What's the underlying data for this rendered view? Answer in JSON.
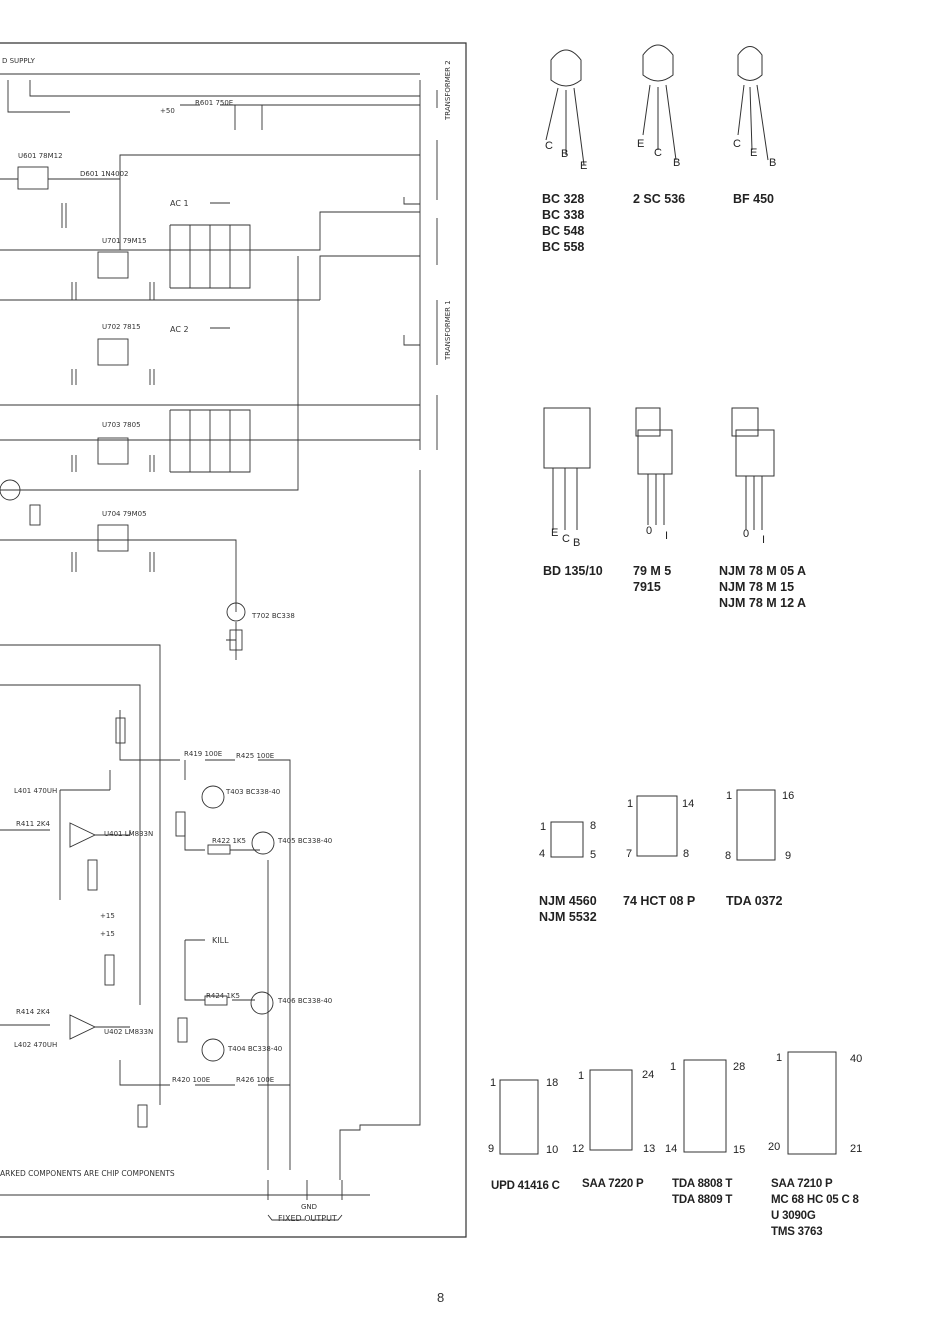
{
  "schematic": {
    "supply_label": "D SUPPLY",
    "transformer_2": "TRANSFORMER 2",
    "transformer_1": "TRANSFORMER 1",
    "ac1": "AC 1",
    "ac2": "AC 2",
    "kill": "KILL",
    "fixed_output": "FIXED OUTPUT",
    "gnd": "GND",
    "chip_note": "ARKED COMPONENTS ARE CHIP COMPONENTS",
    "plus15_a": "+15",
    "plus15_b": "+15",
    "plus50": "+50",
    "parts": {
      "u601": "U601 78M12",
      "u701": "U701 79M15",
      "u702": "U702 7815",
      "u703": "U703 7805",
      "u704": "U704 79M05",
      "t702": "T702 BC338",
      "t403": "T403 BC338-40",
      "t405": "T405 BC338-40",
      "t406": "T406 BC338-40",
      "t404": "T404 BC338-40",
      "u401": "U401 LM833N",
      "u402": "U402 LM833N",
      "r601": "R601 750E",
      "d601": "D601 1N4002",
      "r419": "R419 100E",
      "r425": "R425 100E",
      "r422": "R422 1K5",
      "r424": "R424 1K5",
      "r420": "R420 100E",
      "r426": "R426 100E",
      "l401": "L401 470UH",
      "l402": "L402 470UH",
      "r411": "R411 2K4",
      "r414": "R414 2K4"
    }
  },
  "packages": {
    "transistors_to92": [
      {
        "pins": [
          "C",
          "B",
          "E"
        ],
        "parts": [
          "BC 328",
          "BC 338",
          "BC 548",
          "BC 558"
        ]
      },
      {
        "pins": [
          "E",
          "C",
          "B"
        ],
        "parts": [
          "2 SC 536"
        ]
      },
      {
        "pins": [
          "C",
          "E",
          "B"
        ],
        "parts": [
          "BF 450"
        ]
      }
    ],
    "power": [
      {
        "pins": [
          "E",
          "C",
          "B"
        ],
        "parts": [
          "BD 135/10"
        ]
      },
      {
        "pins": [
          "0",
          "I"
        ],
        "parts": [
          "79 M 5",
          "7915"
        ]
      },
      {
        "pins": [
          "0",
          "I"
        ],
        "parts": [
          "NJM 78 M 05 A",
          "NJM 78 M 15",
          "NJM 78 M 12 A"
        ]
      }
    ],
    "dip_small": [
      {
        "pins": [
          "1",
          "8",
          "4",
          "5"
        ],
        "parts": [
          "NJM 4560",
          "NJM 5532"
        ]
      },
      {
        "pins": [
          "1",
          "14",
          "7",
          "8"
        ],
        "parts": [
          "74 HCT 08 P"
        ]
      },
      {
        "pins": [
          "1",
          "16",
          "8",
          "9"
        ],
        "parts": [
          "TDA 0372"
        ]
      }
    ],
    "dip_large": [
      {
        "pins": [
          "1",
          "18",
          "9",
          "10"
        ],
        "parts": [
          "UPD 41416 C"
        ]
      },
      {
        "pins": [
          "1",
          "24",
          "12",
          "13"
        ],
        "parts": [
          "SAA 7220 P"
        ]
      },
      {
        "pins": [
          "1",
          "28",
          "14",
          "15"
        ],
        "parts": [
          "TDA 8808 T",
          "TDA 8809 T"
        ]
      },
      {
        "pins": [
          "1",
          "40",
          "20",
          "21"
        ],
        "parts": [
          "SAA 7210 P",
          "MC 68 HC 05 C 8",
          "U 3090G",
          "TMS 3763"
        ]
      }
    ]
  },
  "page_number": "8"
}
